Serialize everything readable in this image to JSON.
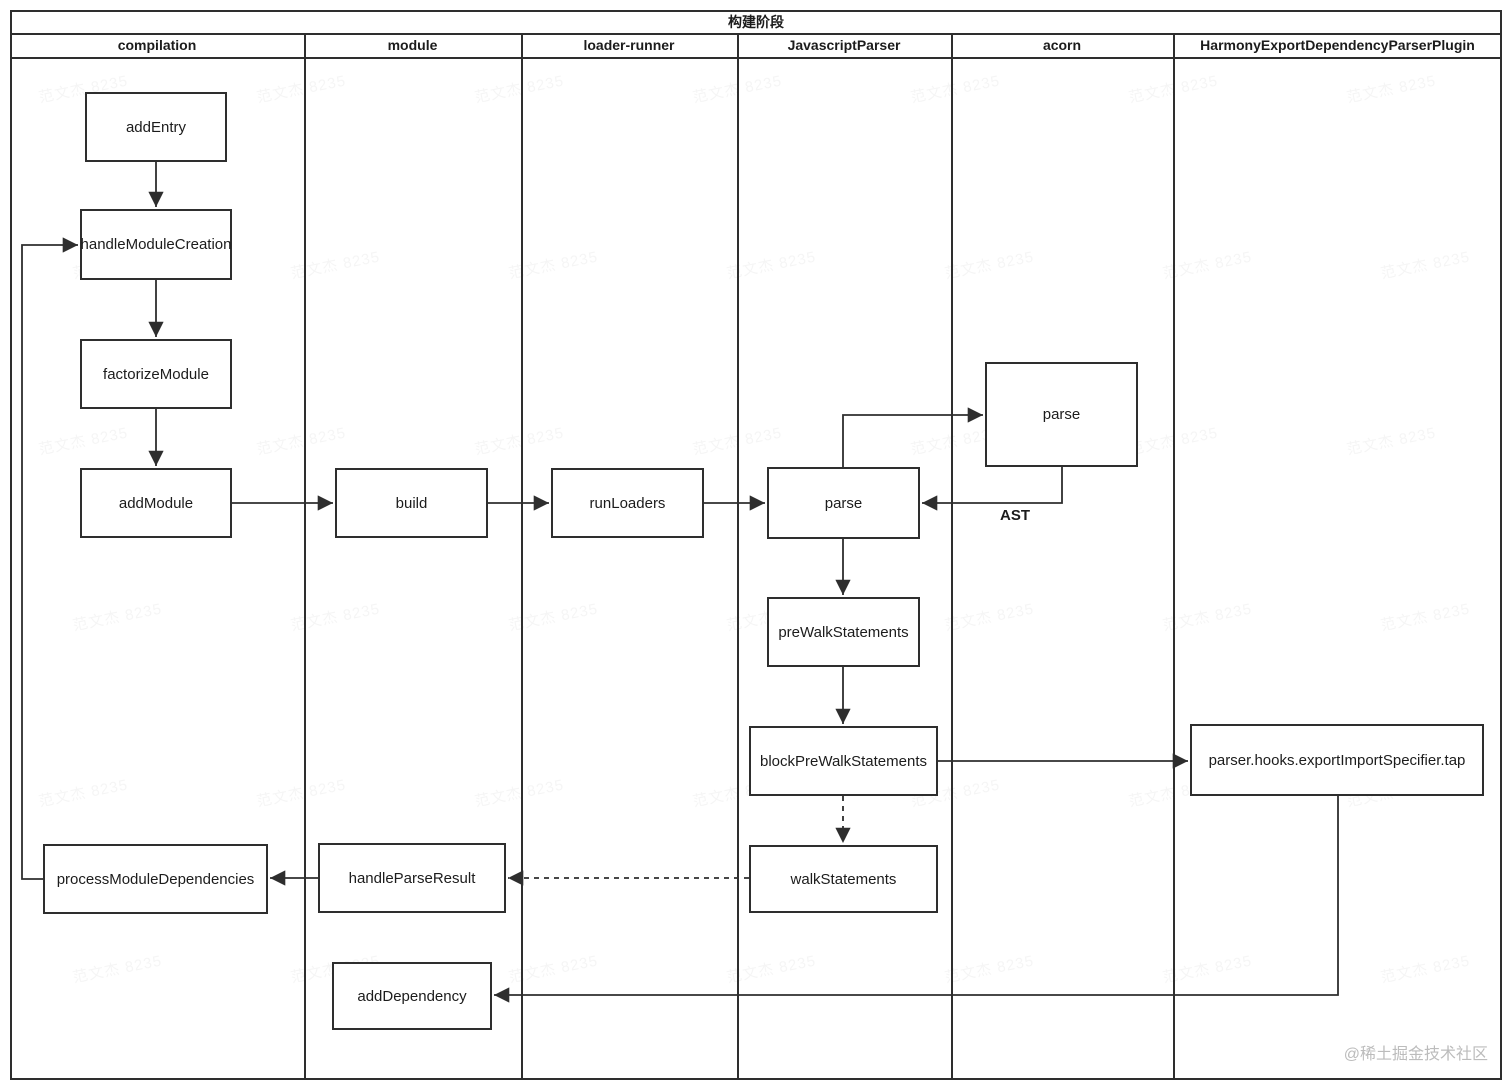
{
  "diagram": {
    "title": "构建阶段",
    "lanes": [
      {
        "label": "compilation"
      },
      {
        "label": "module"
      },
      {
        "label": "loader-runner"
      },
      {
        "label": "JavascriptParser"
      },
      {
        "label": "acorn"
      },
      {
        "label": "HarmonyExportDependencyParserPlugin"
      }
    ],
    "nodes": {
      "addEntry": {
        "label": "addEntry"
      },
      "handleModuleCreation": {
        "label": "handleModuleCreation"
      },
      "factorizeModule": {
        "label": "factorizeModule"
      },
      "addModule": {
        "label": "addModule"
      },
      "build": {
        "label": "build"
      },
      "runLoaders": {
        "label": "runLoaders"
      },
      "parseJs": {
        "label": "parse"
      },
      "parseAcorn": {
        "label": "parse"
      },
      "preWalkStatements": {
        "label": "preWalkStatements"
      },
      "blockPreWalkStatements": {
        "label": "blockPreWalkStatements"
      },
      "walkStatements": {
        "label": "walkStatements"
      },
      "parserHooksTap": {
        "label": "parser.hooks.exportImportSpecifier.tap"
      },
      "processModuleDependencies": {
        "label": "processModuleDependencies"
      },
      "handleParseResult": {
        "label": "handleParseResult"
      },
      "addDependency": {
        "label": "addDependency"
      }
    },
    "edge_labels": {
      "ast": "AST"
    },
    "colors": {
      "line": "#2e2e2e",
      "text": "#1c1c1c",
      "credit_text": "#bcbcbc"
    },
    "watermark": {
      "text": "范文杰 8235"
    },
    "credit": "@稀土掘金技术社区"
  }
}
